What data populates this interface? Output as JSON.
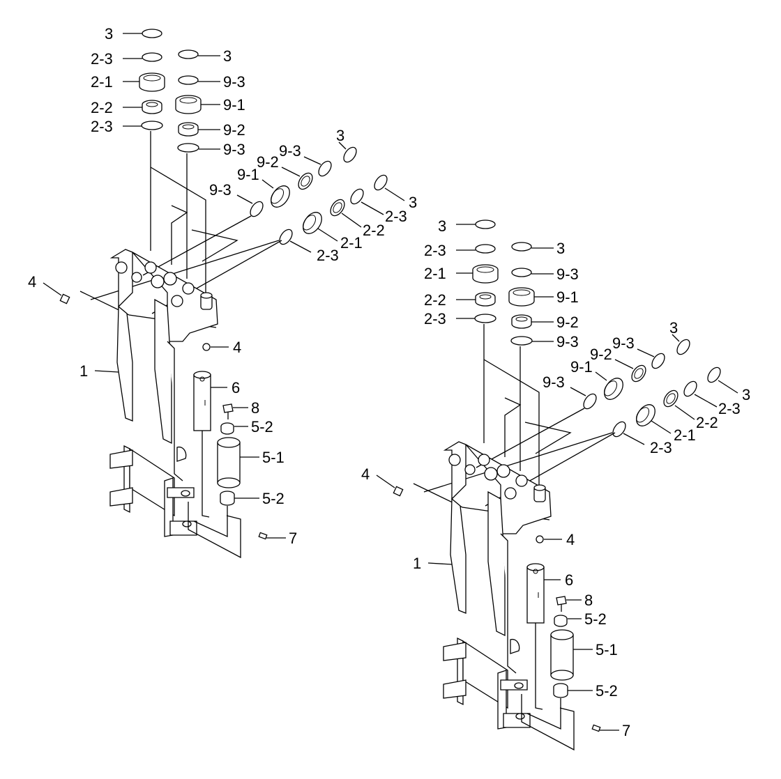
{
  "diagram": {
    "assemblies": [
      {
        "id": "left",
        "callouts": [
          {
            "num": "3"
          },
          {
            "num": "2-3"
          },
          {
            "num": "2-1"
          },
          {
            "num": "2-2"
          },
          {
            "num": "2-3"
          },
          {
            "num": "3"
          },
          {
            "num": "9-3"
          },
          {
            "num": "9-1"
          },
          {
            "num": "9-2"
          },
          {
            "num": "9-3"
          },
          {
            "num": "3"
          },
          {
            "num": "9-3"
          },
          {
            "num": "9-2"
          },
          {
            "num": "9-1"
          },
          {
            "num": "9-3"
          },
          {
            "num": "3"
          },
          {
            "num": "2-3"
          },
          {
            "num": "2-2"
          },
          {
            "num": "2-1"
          },
          {
            "num": "2-3"
          },
          {
            "num": "4"
          },
          {
            "num": "4"
          },
          {
            "num": "1"
          },
          {
            "num": "6"
          },
          {
            "num": "8"
          },
          {
            "num": "5-2"
          },
          {
            "num": "5-1"
          },
          {
            "num": "5-2"
          },
          {
            "num": "7"
          }
        ]
      },
      {
        "id": "right",
        "callouts": [
          {
            "num": "3"
          },
          {
            "num": "2-3"
          },
          {
            "num": "2-1"
          },
          {
            "num": "2-2"
          },
          {
            "num": "2-3"
          },
          {
            "num": "3"
          },
          {
            "num": "9-3"
          },
          {
            "num": "9-1"
          },
          {
            "num": "9-2"
          },
          {
            "num": "9-3"
          },
          {
            "num": "3"
          },
          {
            "num": "9-3"
          },
          {
            "num": "9-2"
          },
          {
            "num": "9-1"
          },
          {
            "num": "9-3"
          },
          {
            "num": "3"
          },
          {
            "num": "2-3"
          },
          {
            "num": "2-2"
          },
          {
            "num": "2-1"
          },
          {
            "num": "2-3"
          },
          {
            "num": "4"
          },
          {
            "num": "4"
          },
          {
            "num": "1"
          },
          {
            "num": "6"
          },
          {
            "num": "8"
          },
          {
            "num": "5-2"
          },
          {
            "num": "5-1"
          },
          {
            "num": "5-2"
          },
          {
            "num": "7"
          }
        ]
      }
    ]
  }
}
